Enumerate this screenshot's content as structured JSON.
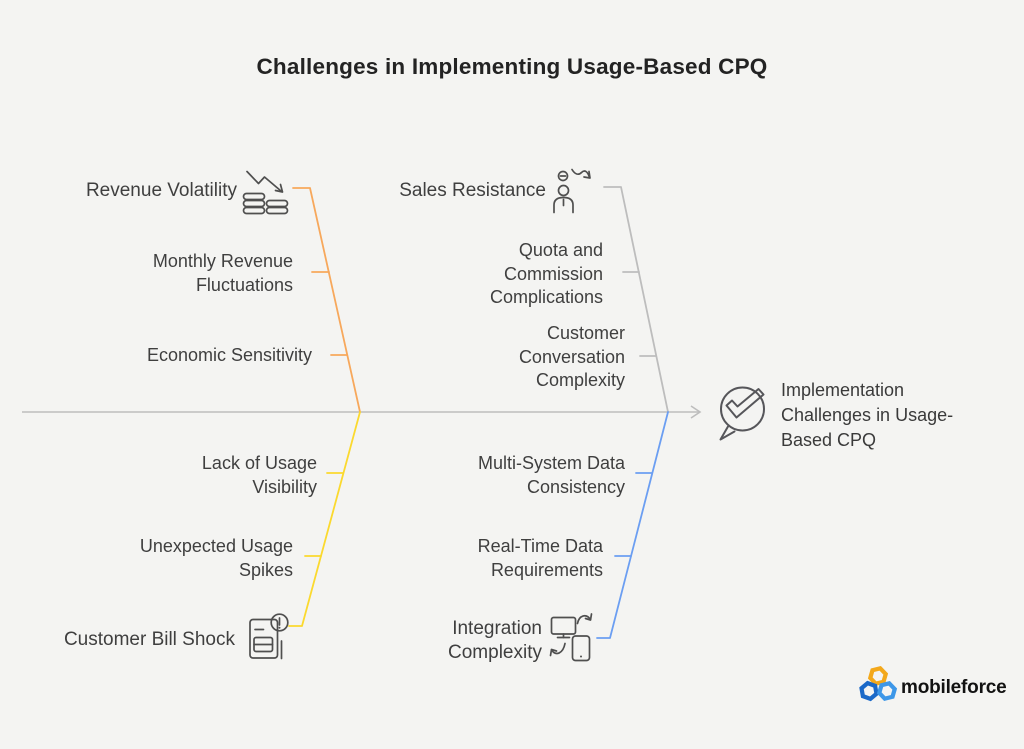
{
  "title": "Challenges in Implementing Usage-Based CPQ",
  "colors": {
    "orange": "#F7A85C",
    "yellow": "#FBD92E",
    "blue": "#6B9EF2",
    "gray": "#BDBDBD"
  },
  "diagram": {
    "effect": {
      "label": "Implementation Challenges in Usage-Based CPQ",
      "icon": "check-speech-bubble-icon"
    },
    "branches": [
      {
        "id": "top-left",
        "label": "Revenue Volatility",
        "icon": "revenue-decline-coins-icon",
        "color_key": "orange",
        "items": [
          "Monthly Revenue Fluctuations",
          "Economic Sensitivity"
        ]
      },
      {
        "id": "top-right",
        "label": "Sales Resistance",
        "icon": "salesperson-decline-icon",
        "color_key": "gray",
        "items": [
          "Quota and Commission Complications",
          "Customer Conversation Complexity"
        ]
      },
      {
        "id": "bottom-left",
        "label": "Customer Bill Shock",
        "icon": "bill-alert-icon",
        "color_key": "yellow",
        "items": [
          "Lack of Usage Visibility",
          "Unexpected Usage Spikes"
        ]
      },
      {
        "id": "bottom-right",
        "label": "Integration Complexity",
        "icon": "device-sync-icon",
        "color_key": "blue",
        "items": [
          "Multi-System Data Consistency",
          "Real-Time Data Requirements"
        ]
      }
    ]
  },
  "logo": {
    "text": "mobileforce",
    "hex_top": "#F3A81B",
    "hex_left": "#1B69C8",
    "hex_right": "#3D97E8"
  }
}
